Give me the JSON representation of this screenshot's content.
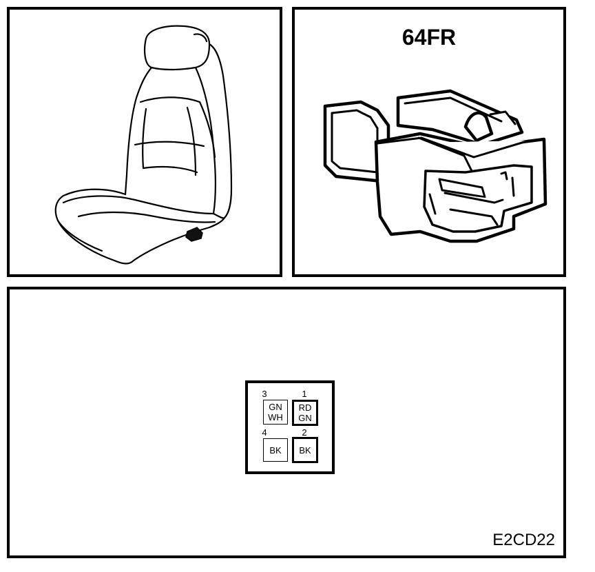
{
  "connector": {
    "title": "64FR"
  },
  "diagram_code": "E2CD22",
  "pins": [
    {
      "number": "3",
      "color_top": "GN",
      "color_bottom": "WH"
    },
    {
      "number": "1",
      "color_top": "RD",
      "color_bottom": "GN"
    },
    {
      "number": "4",
      "color_top": "BK"
    },
    {
      "number": "2",
      "color_top": "BK"
    }
  ],
  "colors": {
    "line": "#000000",
    "background": "#ffffff"
  }
}
